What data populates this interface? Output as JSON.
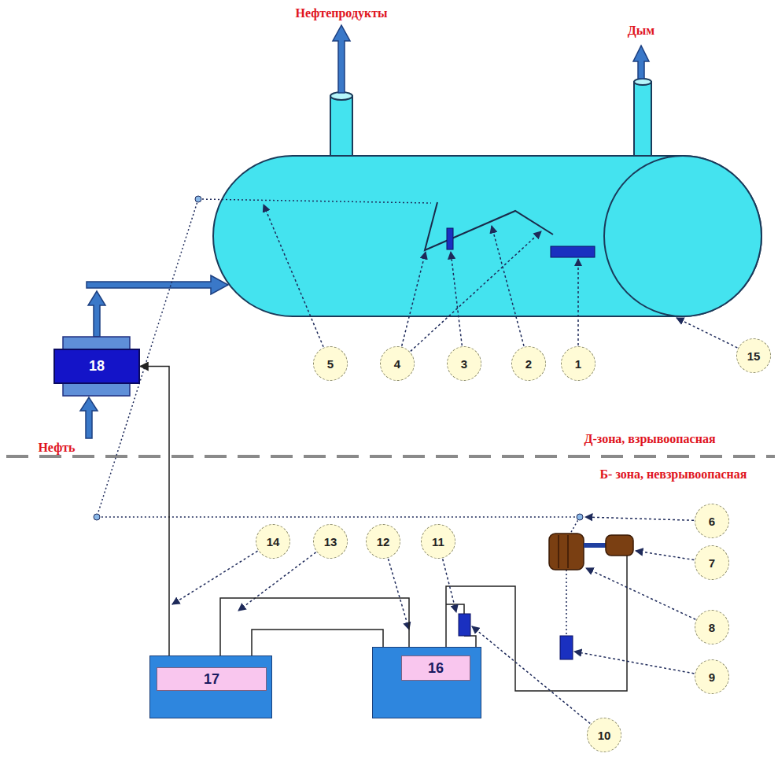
{
  "diagram": {
    "nodes": [
      {
        "text": [
          "18"
        ]
      },
      {
        "text": [
          "17"
        ]
      },
      {
        "text": [
          "16"
        ]
      }
    ],
    "edges": [
      {
        "from": 1,
        "to": 0,
        "arrow": "to"
      },
      {
        "from": 1,
        "to": 2,
        "arrow": "none"
      },
      {
        "from": 1,
        "to": 2,
        "arrow": "none"
      }
    ],
    "labels": [
      "Нефтепродукты",
      "Дым",
      "Нефть",
      "Д-зона, взрывоопасная",
      "Б- зона, невзрывоопасная",
      "1",
      "2",
      "3",
      "4",
      "5",
      "6",
      "7",
      "8",
      "9",
      "10",
      "11",
      "12",
      "13",
      "14",
      "15"
    ]
  }
}
